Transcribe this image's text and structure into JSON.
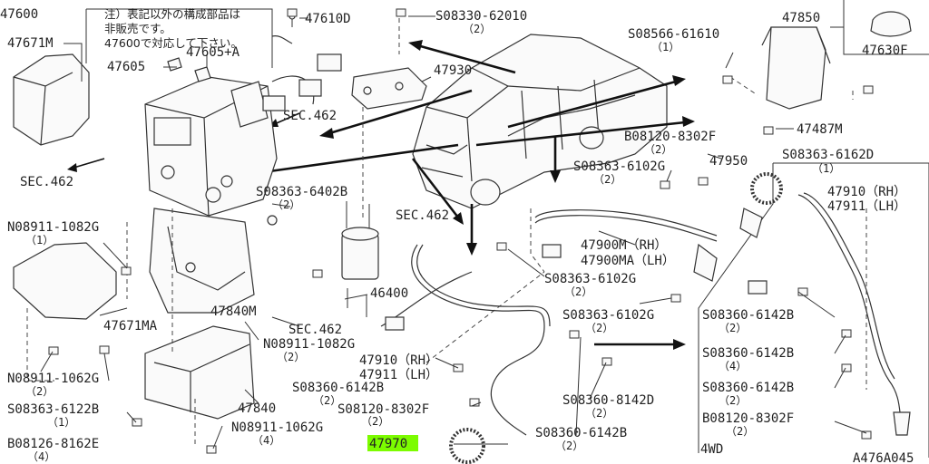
{
  "note": {
    "part": "47600",
    "lines": [
      "注）表記以外の構成部品は",
      "非販売です。",
      "47600で対応して下さい。"
    ]
  },
  "callouts": [
    {
      "id": "c01",
      "code": "47610D"
    },
    {
      "id": "c02",
      "code": "S08330-62010",
      "qty": "（2）"
    },
    {
      "id": "c03",
      "code": "47671M"
    },
    {
      "id": "c04",
      "code": "47605"
    },
    {
      "id": "c05",
      "code": "47605+A"
    },
    {
      "id": "c06",
      "code": "47930"
    },
    {
      "id": "c07",
      "code": "SEC.462"
    },
    {
      "id": "c08",
      "code": "SEC.462"
    },
    {
      "id": "c09",
      "code": "S08566-61610",
      "qty": "（1）"
    },
    {
      "id": "c10",
      "code": "47850"
    },
    {
      "id": "c11",
      "code": "47630F"
    },
    {
      "id": "c12",
      "code": "47487M"
    },
    {
      "id": "c13",
      "code": "B08120-8302F",
      "qty": "（2）"
    },
    {
      "id": "c14",
      "code": "S08363-6162D",
      "qty": "（1）"
    },
    {
      "id": "c15",
      "code": "S08363-6102G",
      "qty": "（2）"
    },
    {
      "id": "c16",
      "code": "47950"
    },
    {
      "id": "c17",
      "code": "S08363-6402B",
      "qty": "（2）"
    },
    {
      "id": "c18",
      "code": "SEC.462"
    },
    {
      "id": "c19",
      "code": "N08911-1082G",
      "qty": "（1）"
    },
    {
      "id": "c20",
      "code": "47910（RH）"
    },
    {
      "id": "c21",
      "code": "47911（LH）"
    },
    {
      "id": "c22",
      "code": "47900M（RH）"
    },
    {
      "id": "c23",
      "code": "47900MA（LH）"
    },
    {
      "id": "c24",
      "code": "S08363-6102G",
      "qty": "（2）"
    },
    {
      "id": "c25",
      "code": "46400"
    },
    {
      "id": "c26",
      "code": "S08363-6102G",
      "qty": "（2）"
    },
    {
      "id": "c27",
      "code": "47840M"
    },
    {
      "id": "c28",
      "code": "47671MA"
    },
    {
      "id": "c29",
      "code": "SEC.462"
    },
    {
      "id": "c30",
      "code": "N08911-1082G",
      "qty": "（2）"
    },
    {
      "id": "c31",
      "code": "S08360-6142B",
      "qty": "（2）"
    },
    {
      "id": "c32",
      "code": "S08360-6142B",
      "qty": "（4）"
    },
    {
      "id": "c33",
      "code": "47910（RH）"
    },
    {
      "id": "c34",
      "code": "47911（LH）"
    },
    {
      "id": "c35",
      "code": "N08911-1062G",
      "qty": "（2）"
    },
    {
      "id": "c36",
      "code": "S08360-6142B",
      "qty": "（2）"
    },
    {
      "id": "c37",
      "code": "S08360-6142B",
      "qty": "（2）"
    },
    {
      "id": "c38",
      "code": "S08363-6122B",
      "qty": "（1）"
    },
    {
      "id": "c39",
      "code": "47840"
    },
    {
      "id": "c40",
      "code": "S08120-8302F",
      "qty": "（2）"
    },
    {
      "id": "c41",
      "code": "S08360-8142D",
      "qty": "（2）"
    },
    {
      "id": "c42",
      "code": "B08120-8302F",
      "qty": "（2）"
    },
    {
      "id": "c43",
      "code": "N08911-1062G",
      "qty": "（4）"
    },
    {
      "id": "c44",
      "code": "B08126-8162E",
      "qty": "（4）"
    },
    {
      "id": "c45",
      "code": "47970"
    },
    {
      "id": "c46",
      "code": "S08360-6142B",
      "qty": "（2）"
    }
  ],
  "section_label": "4WD",
  "diagram_code": "A476A045",
  "colors": {
    "highlight": "#7CFC00",
    "ink": "#222222"
  }
}
